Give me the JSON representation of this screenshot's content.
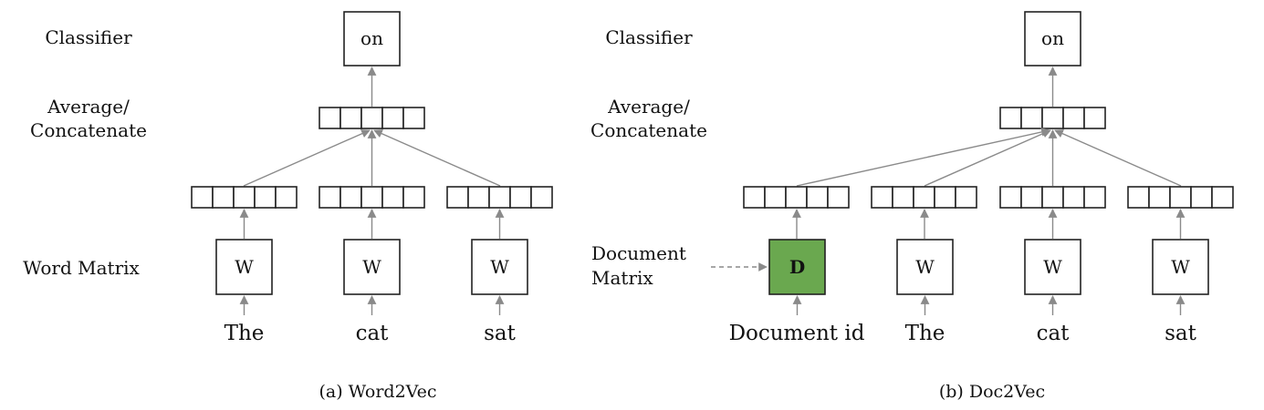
{
  "word2vec": {
    "labels": {
      "classifier": "Classifier",
      "average_line1": "Average/",
      "average_line2": "Concatenate",
      "word_matrix": "Word Matrix"
    },
    "output": "on",
    "matrix_symbol": "W",
    "words": [
      "The",
      "cat",
      "sat"
    ],
    "caption": "(a) Word2Vec"
  },
  "doc2vec": {
    "labels": {
      "classifier": "Classifier",
      "average_line1": "Average/",
      "average_line2": "Concatenate",
      "document_matrix_line1": "Document",
      "document_matrix_line2": "Matrix"
    },
    "output": "on",
    "doc_matrix_symbol": "D",
    "matrix_symbol": "W",
    "doc_input": "Document id",
    "words": [
      "The",
      "cat",
      "sat"
    ],
    "caption": "(b) Doc2Vec"
  },
  "colors": {
    "doc_matrix_fill": "#6aa84f",
    "arrow": "#8a8a8a",
    "border": "#222222"
  }
}
